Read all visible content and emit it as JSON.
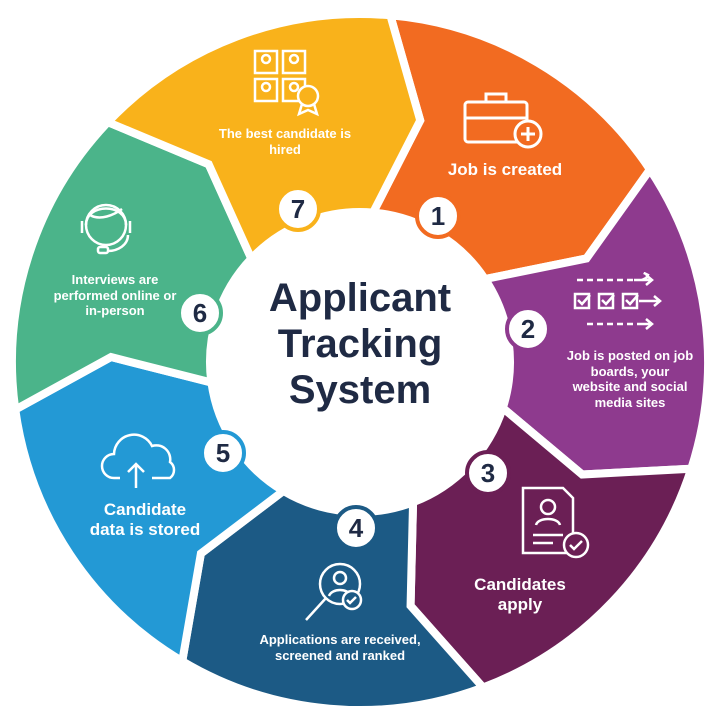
{
  "title": [
    "Applicant",
    "Tracking",
    "System"
  ],
  "steps": [
    {
      "number": "1",
      "label": "Job is created",
      "color": "#F26B21"
    },
    {
      "number": "2",
      "label": "Job is posted on job boards, your website and social media sites",
      "color": "#8E3A8E"
    },
    {
      "number": "3",
      "label": "Candidates apply",
      "color": "#6B1F55"
    },
    {
      "number": "4",
      "label": "Applications are received, screened and ranked",
      "color": "#1C5A85"
    },
    {
      "number": "5",
      "label": "Candidate data is stored",
      "color": "#2399D5"
    },
    {
      "number": "6",
      "label": "Interviews are performed online or in-person",
      "color": "#4BB48A"
    },
    {
      "number": "7",
      "label": "The best candidate is hired",
      "color": "#F9B21B"
    }
  ],
  "text_color": "#1F2A44"
}
